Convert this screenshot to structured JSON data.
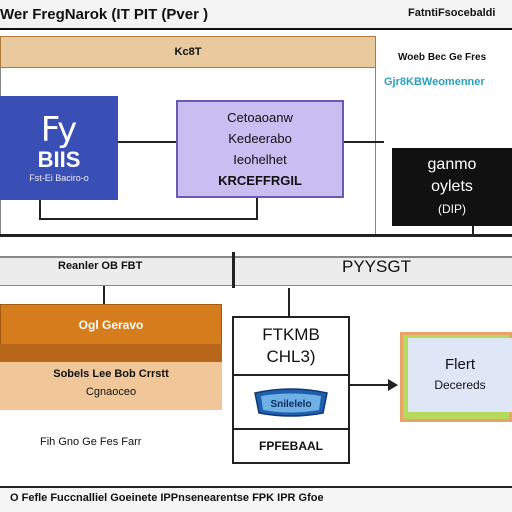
{
  "header": {
    "title": "Wer FregNarok (IT PIT (Pver )",
    "right_text": "FatntiFsocebaldi"
  },
  "top_band": {
    "label": "Kc8T"
  },
  "notes": {
    "line1": "Woeb Bec Ge Fres",
    "line2": "Gjr8KBWeomenner"
  },
  "blue_box": {
    "line1": "Fy",
    "line2": "BIIS",
    "line3": "Fst-Ei Baciro-o"
  },
  "purple_box": {
    "lines": [
      "Cetoaoanw",
      "Kedeerabo",
      "Ieohelhet",
      "KRCEFFRGIL"
    ]
  },
  "black_box": {
    "line1": "ganmo",
    "line2": "oylets",
    "line3": "(DIP)"
  },
  "mid_band": {
    "left_label": "Reanler OB FBT",
    "right_label": "PYYSGT"
  },
  "orange_box": {
    "title": "Ogl Geravo",
    "line1": "Sobels Lee Bob Crrstt",
    "line2": "Cgnaoceo"
  },
  "stack": {
    "top_line1": "FTKMB",
    "top_line2": "CHL3)",
    "logo_text": "Snilelelo",
    "bottom_label": "FPFEBAAL"
  },
  "green_box": {
    "line1": "Flert",
    "line2": "Decereds"
  },
  "caption": "Fih Gno Ge Fes Farr",
  "footer": "O Fefle Fuccnalliel Goeinete IPPnsenearentse FPK IPR Gfoe",
  "colors": {
    "blue": "#3a4fb5",
    "purple": "#c9bdf2",
    "orange": "#d57d1c",
    "green": "#b7d95d",
    "black": "#111111",
    "accent_teal": "#2a9fbf"
  }
}
